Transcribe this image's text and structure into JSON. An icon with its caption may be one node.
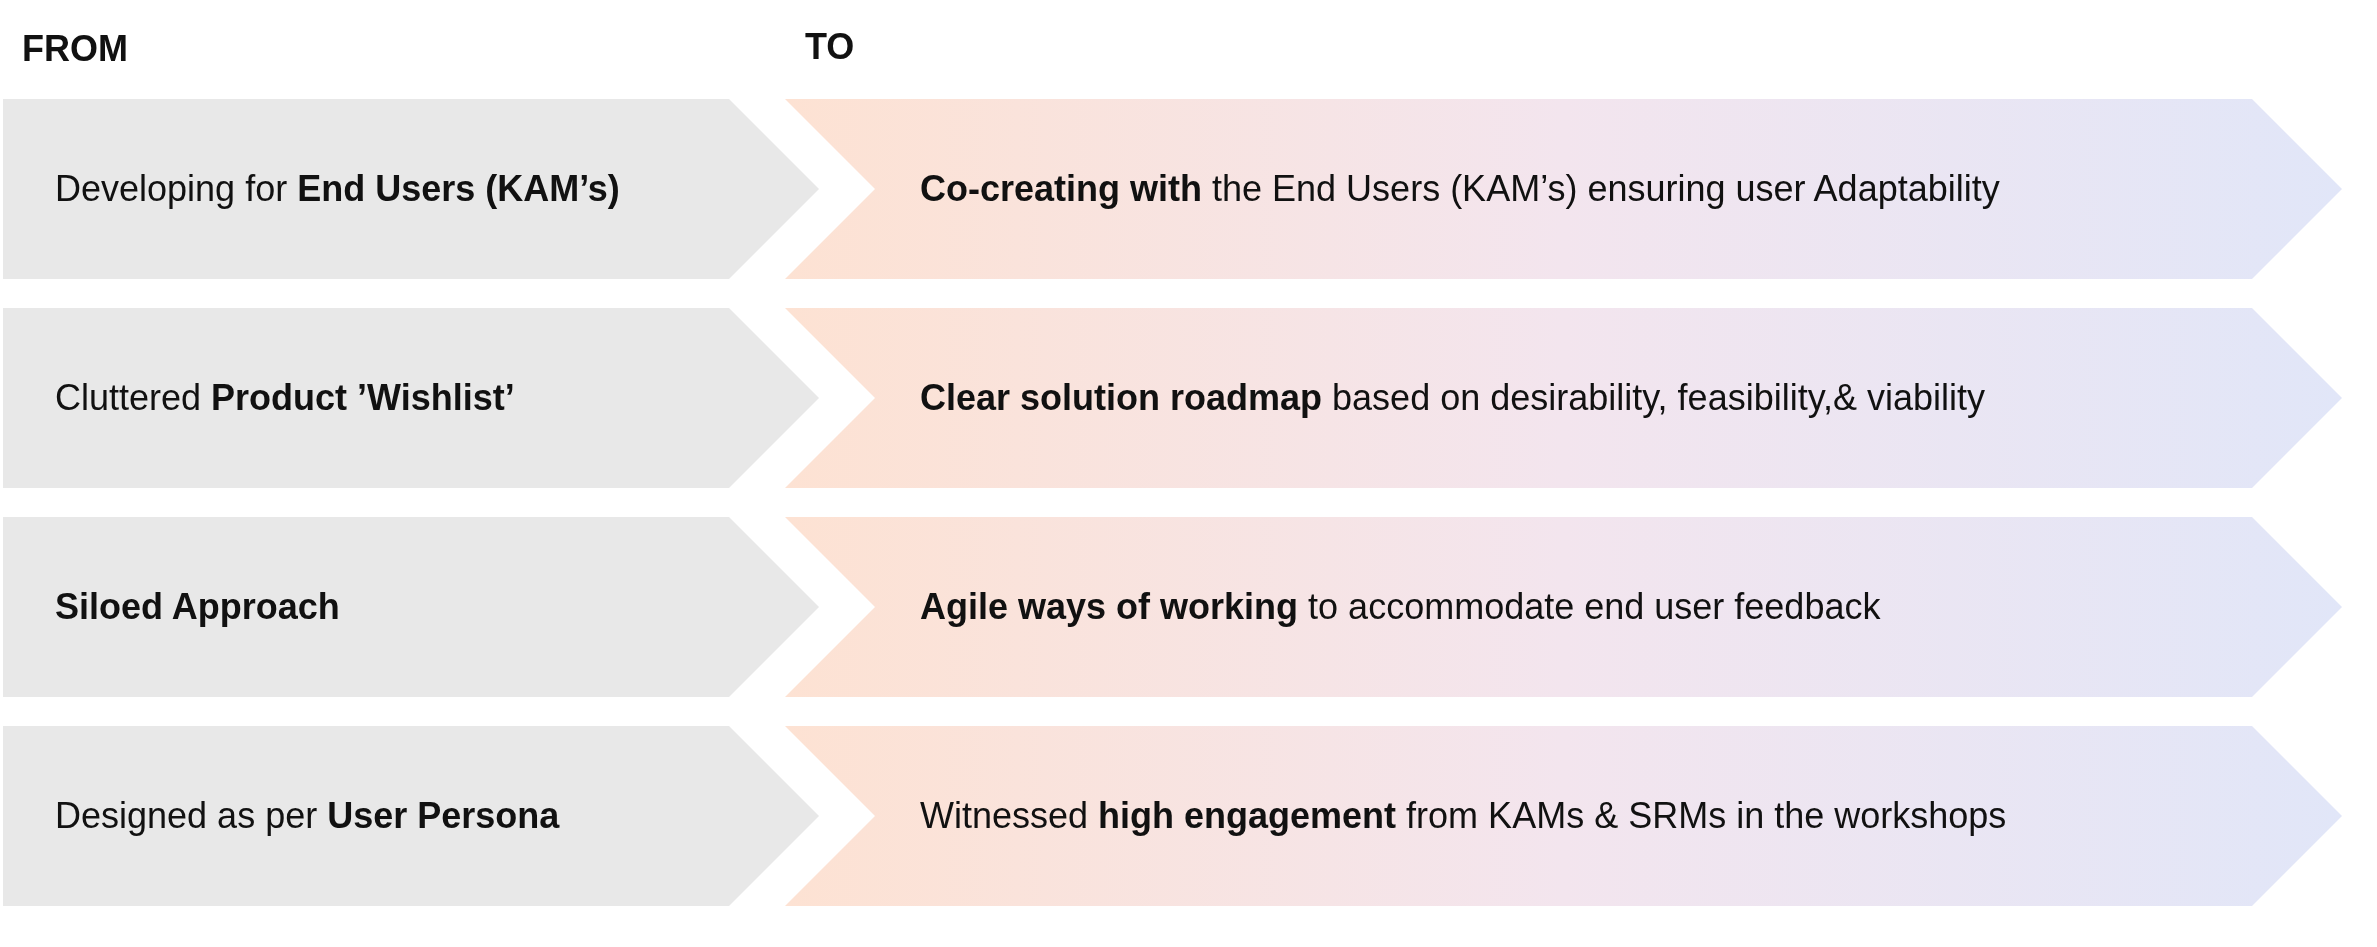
{
  "diagram": {
    "nodes": [
      {
        "text": [
          "Developing for **End Users (KAM’s)**"
        ]
      },
      {
        "text": [
          "**Co-creating with** the End Users (KAM’s) ensuring user Adaptability"
        ]
      },
      {
        "text": [
          "Cluttered **Product ’Wishlist’**"
        ]
      },
      {
        "text": [
          "**Clear solution roadmap** based on desirability, feasibility,& viability"
        ]
      },
      {
        "text": [
          "Siloed Approach"
        ]
      },
      {
        "text": [
          "**Agile ways of working** to accommodate end user feedback"
        ]
      },
      {
        "text": [
          "Designed as per **User Persona**"
        ]
      },
      {
        "text": [
          "Witnessed **high engagement** from KAMs & SRMs in the workshops"
        ]
      }
    ],
    "edges": [],
    "labels": [
      "FROM",
      "TO"
    ]
  }
}
